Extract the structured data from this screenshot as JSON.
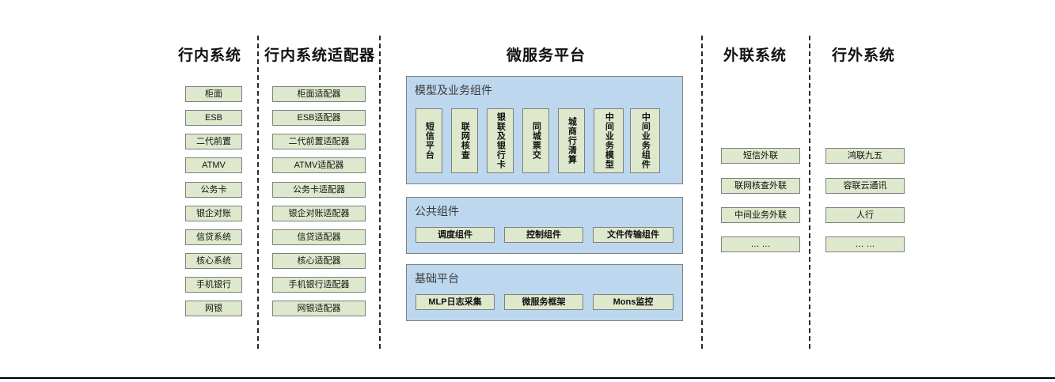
{
  "diagram": {
    "title_row": {
      "inner_systems": "行内系统",
      "inner_adapters": "行内系统适配器",
      "microservice_platform": "微服务平台",
      "external_link_systems": "外联系统",
      "outside_bank_systems": "行外系统"
    },
    "colors": {
      "node_fill": "#dde8cc",
      "node_border": "#7f7f7f",
      "panel_fill": "#bdd7ee",
      "panel_border": "#7f7f7f",
      "divider": "#2b2b2b",
      "text": "#111111",
      "panel_title_text": "#3a3a3a"
    },
    "columns": {
      "inner_systems": {
        "heading": "行内系统",
        "items": [
          "柜面",
          "ESB",
          "二代前置",
          "ATMV",
          "公务卡",
          "银企对账",
          "信贷系统",
          "核心系统",
          "手机银行",
          "网银"
        ]
      },
      "inner_adapters": {
        "heading": "行内系统适配器",
        "items": [
          "柜面适配器",
          "ESB适配器",
          "二代前置适配器",
          "ATMV适配器",
          "公务卡适配器",
          "银企对账适配器",
          "信贷适配器",
          "核心适配器",
          "手机银行适配器",
          "网银适配器"
        ]
      },
      "external_link_systems": {
        "heading": "外联系统",
        "items": [
          "短信外联",
          "联网核查外联",
          "中间业务外联",
          "… …"
        ]
      },
      "outside_bank_systems": {
        "heading": "行外系统",
        "items": [
          "鸿联九五",
          "容联云通讯",
          "人行",
          "… …"
        ]
      }
    },
    "platform": {
      "heading": "微服务平台",
      "groups": [
        {
          "name": "model-business-components",
          "title": "模型及业务组件",
          "orientation": "vertical",
          "items": [
            "短信平台",
            "联网核查",
            "银联及银行卡",
            "同城票交",
            "城商行清算",
            "中间业务模型",
            "中间业务组件"
          ]
        },
        {
          "name": "public-components",
          "title": "公共组件",
          "orientation": "horizontal",
          "items": [
            "调度组件",
            "控制组件",
            "文件传输组件"
          ]
        },
        {
          "name": "base-platform",
          "title": "基础平台",
          "orientation": "horizontal",
          "items": [
            "MLP日志采集",
            "微服务框架",
            "Mons监控"
          ]
        }
      ]
    }
  }
}
